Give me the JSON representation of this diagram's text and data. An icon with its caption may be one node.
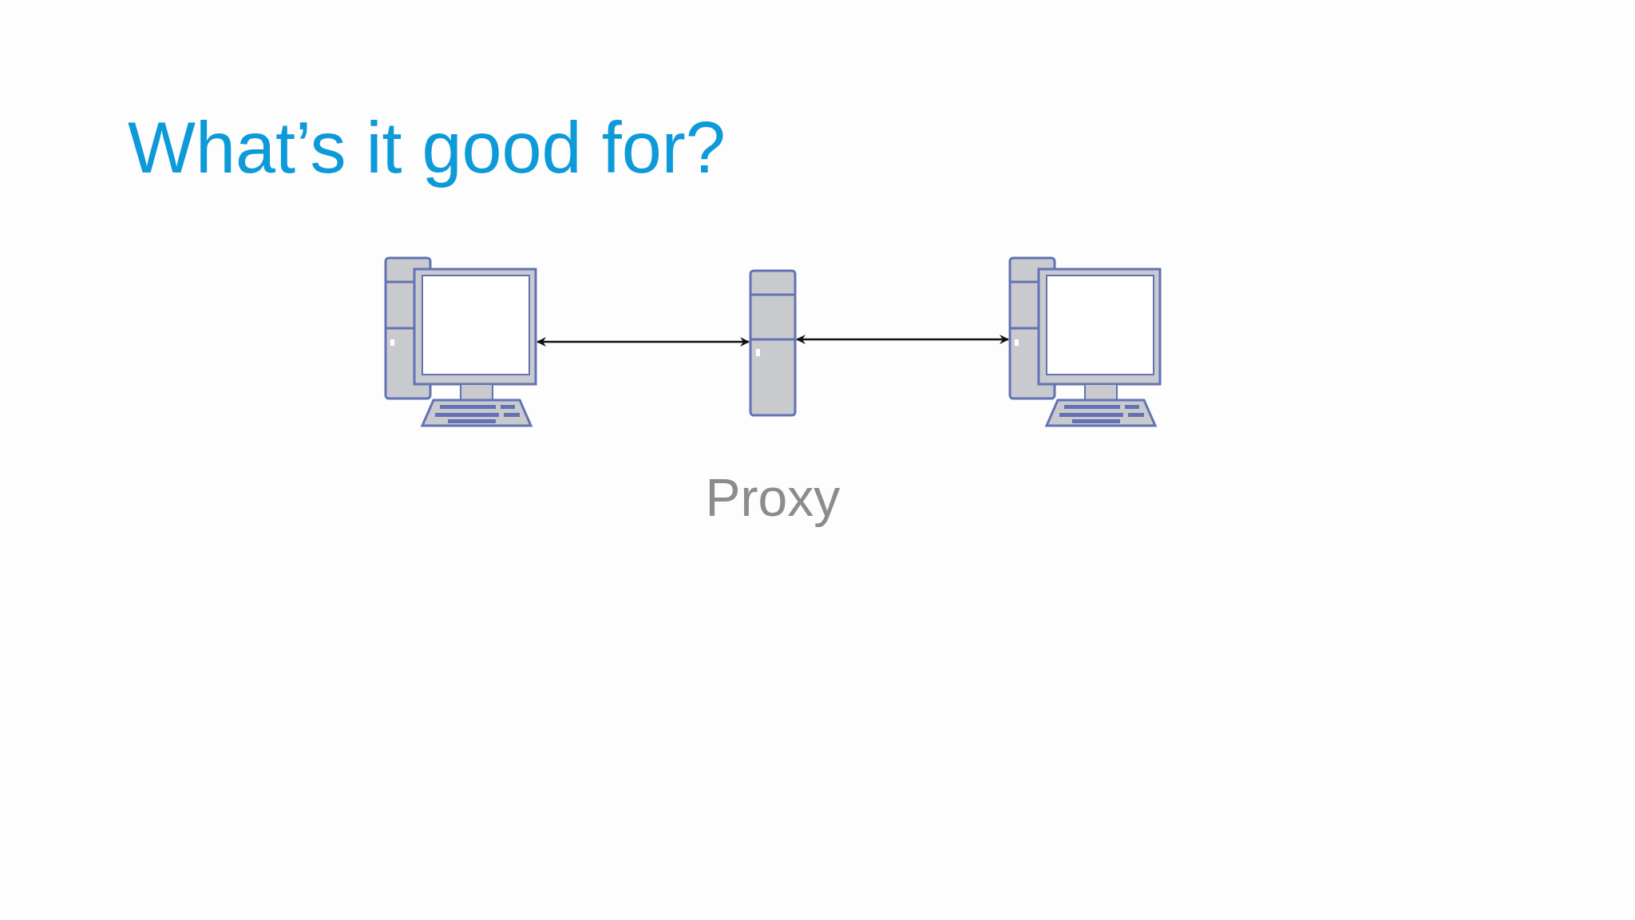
{
  "diagram": {
    "title": "What’s it good for?",
    "nodes": [
      {
        "text": [],
        "shape": "picture"
      },
      {
        "text": [],
        "shape": "picture",
        "beside": [
          "Proxy"
        ]
      },
      {
        "text": [],
        "shape": "picture"
      }
    ],
    "edges": [
      {
        "from": 0,
        "to": 1,
        "arrow": "both"
      },
      {
        "from": 1,
        "to": 2,
        "arrow": "both"
      }
    ]
  }
}
